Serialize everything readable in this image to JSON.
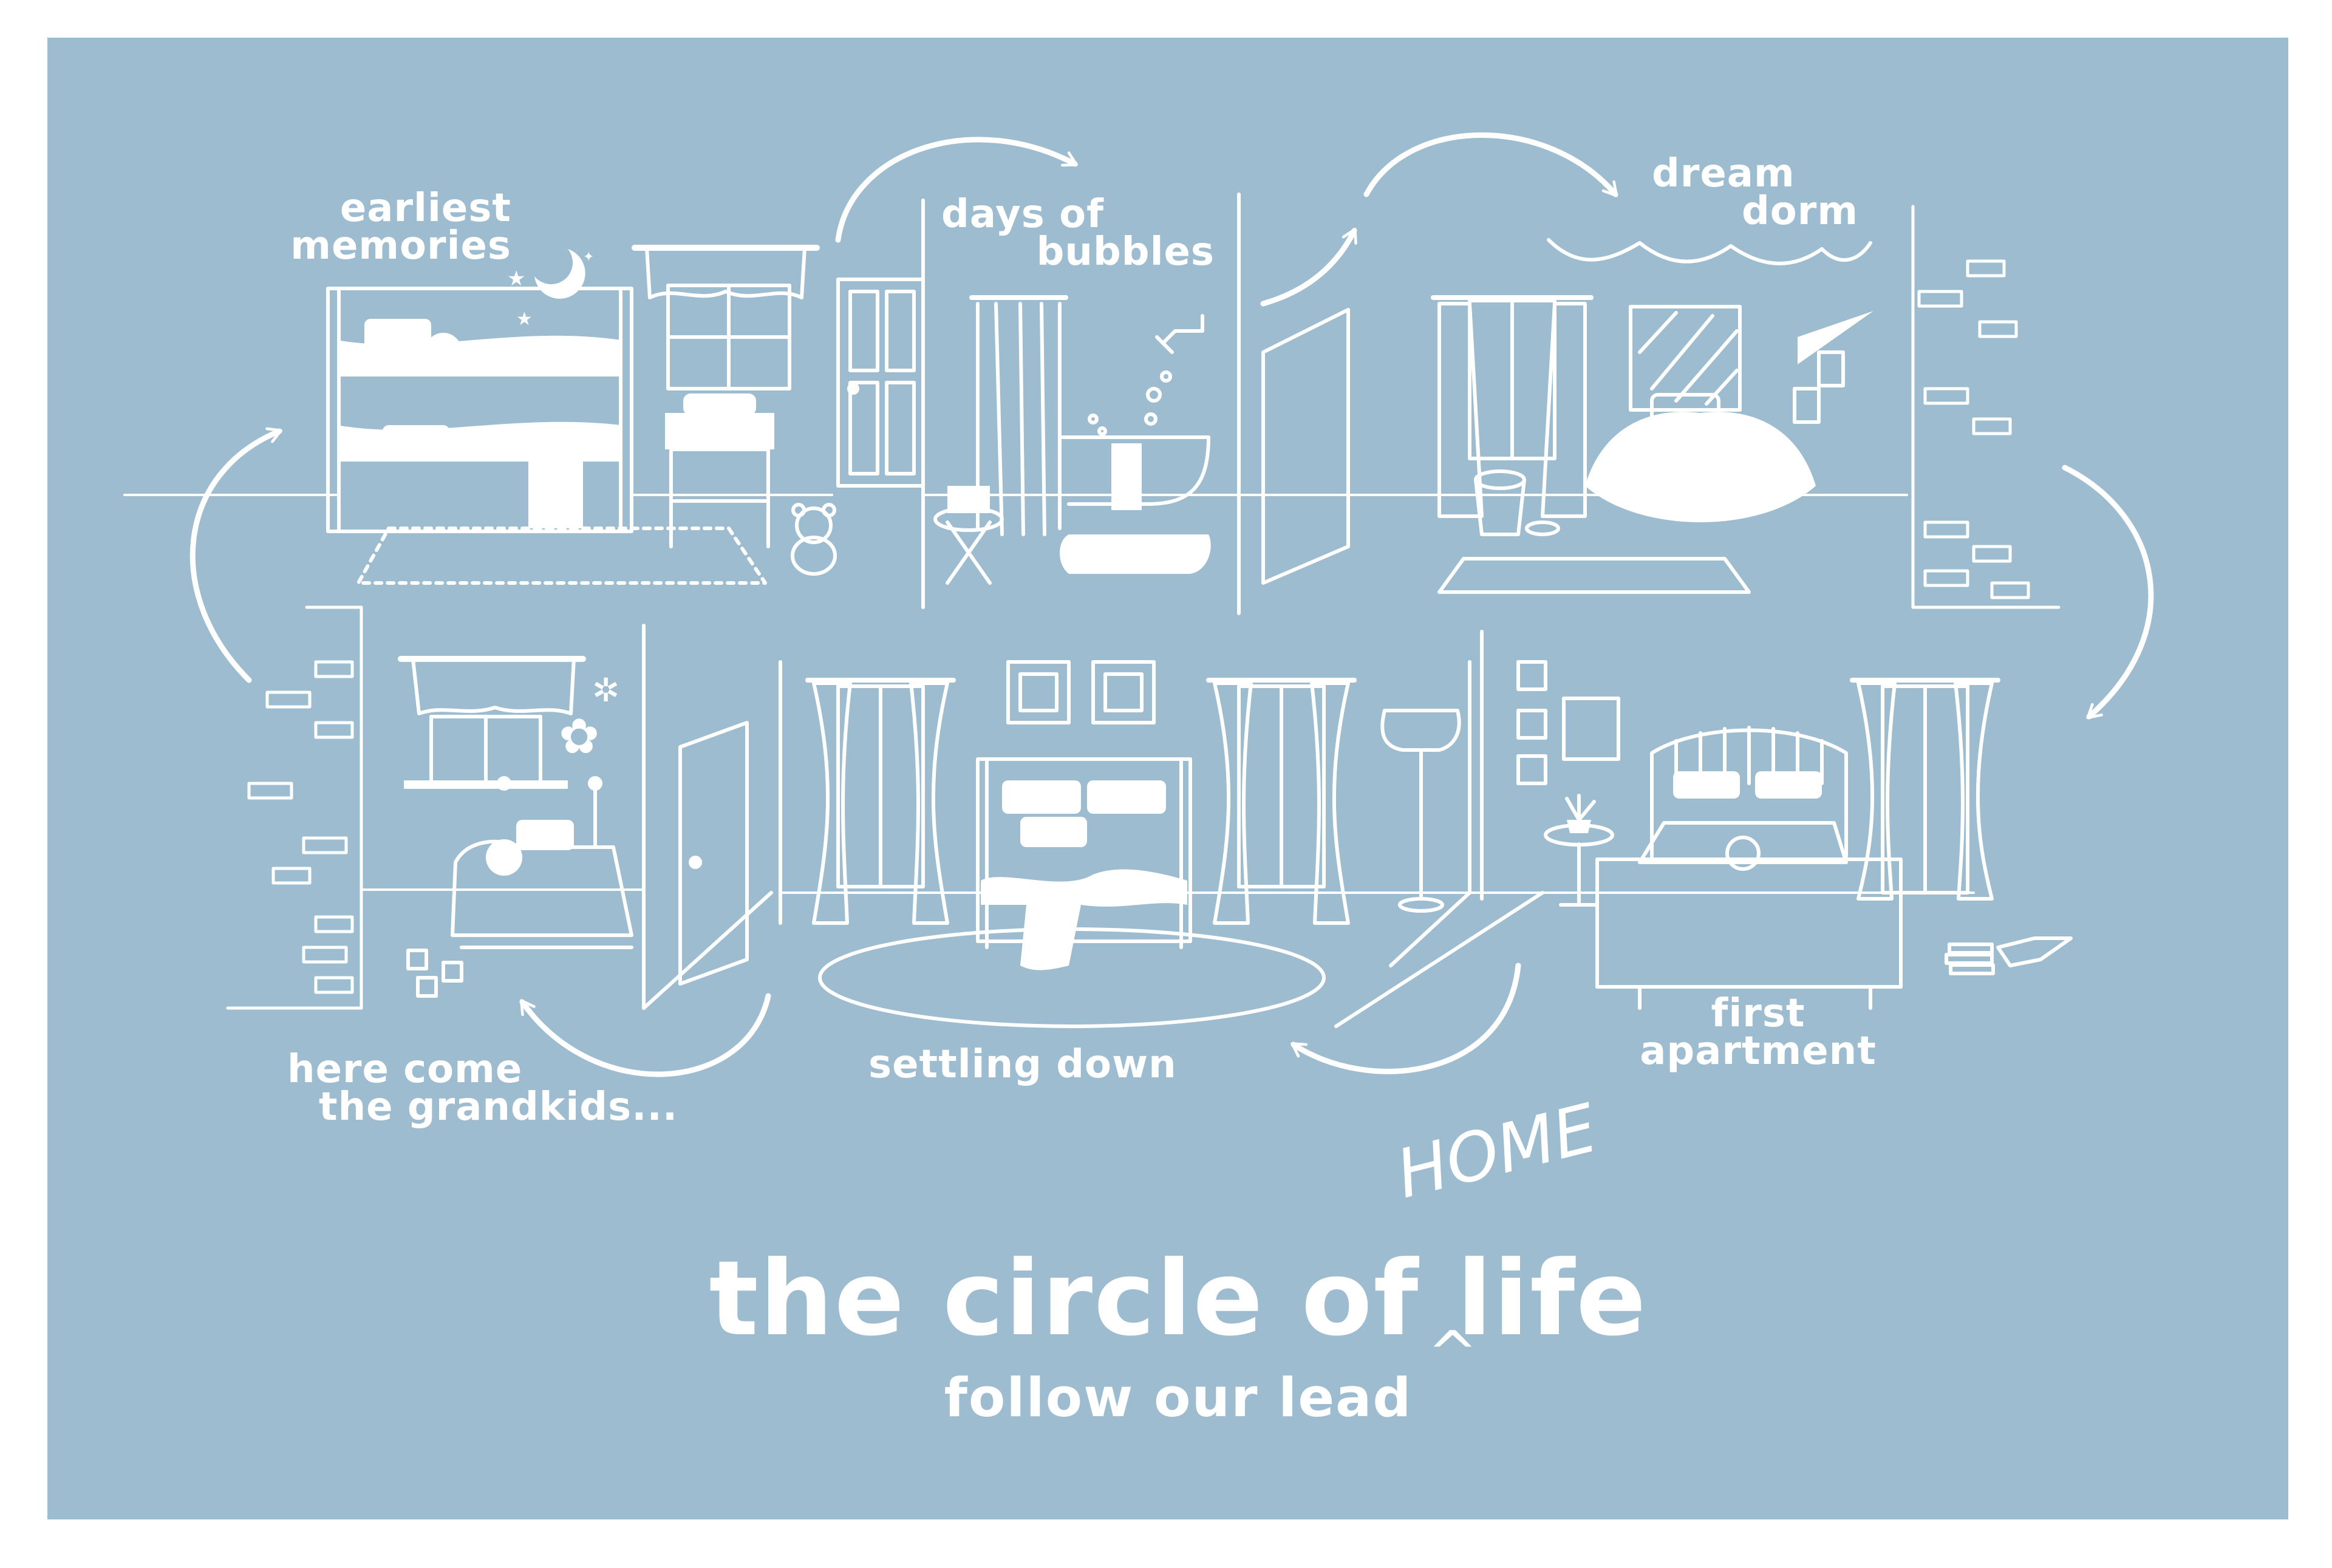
{
  "colors": {
    "background": "#9dbccf",
    "line": "#ffffff",
    "page": "#ffffff"
  },
  "stages": {
    "earliest": {
      "line1": "earliest",
      "line2": "memories"
    },
    "bubbles": {
      "line1": "days of",
      "line2": "bubbles"
    },
    "dorm": {
      "line1": "dream",
      "line2": "dorm"
    },
    "apartment": {
      "line1": "first",
      "line2": "apartment"
    },
    "settling": {
      "line1": "settling down"
    },
    "grandkids": {
      "line1": "here come",
      "line2": "the grandkids..."
    }
  },
  "title": {
    "main": "the circle of life",
    "insert_word": "HOME",
    "caret": "^"
  },
  "subtitle": "follow our lead"
}
